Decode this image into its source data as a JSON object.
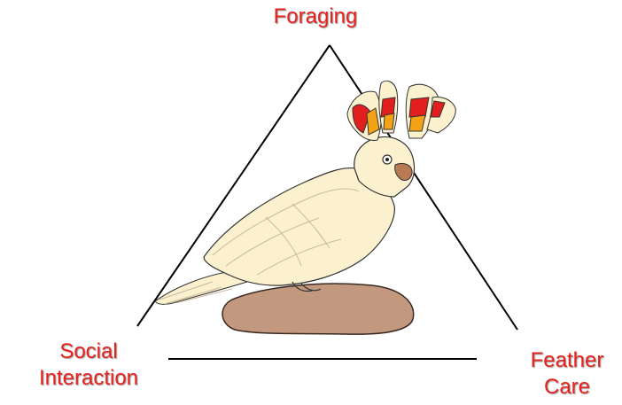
{
  "colors": {
    "label_text": "#e8221e",
    "line": "#000000",
    "rock": "#c2987e",
    "bird_body": "#fbf1cf",
    "crest_red": "#e21f1f",
    "crest_orange": "#f5a316"
  },
  "diagram": {
    "top": {
      "text": "Foraging"
    },
    "left": {
      "line1": "Social",
      "line2": "Interaction"
    },
    "right": {
      "line1": "Feather",
      "line2": "Care"
    }
  },
  "illustration": {
    "icon": "cockatoo-on-rock-icon"
  }
}
